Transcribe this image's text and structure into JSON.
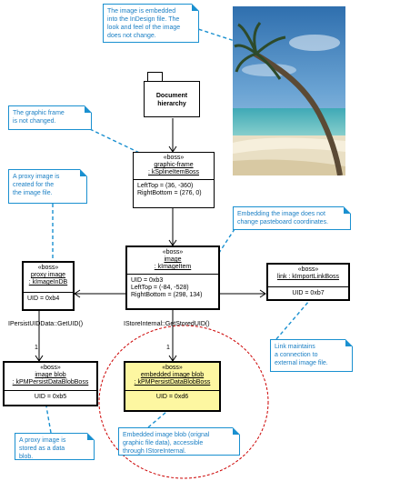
{
  "notes": {
    "embedded": "The image is embedded\ninto the InDesign file. The\nlook and feel of the image\ndoes not change.",
    "frame": "The  graphic frame\nis not changed.",
    "proxy_created": "A proxy image is\ncreated for the\nthe image file.",
    "pasteboard": "Embedding the image does not\nchange pasteboard coordinates.",
    "link": "Link maintains\na connection to\nexternal image file.",
    "proxy_blob": "A proxy image is\nstored as a data\nblob.",
    "embedded_blob": "Embedded image blob (orignal\ngraphic file data), accessible\nthrough IStoreInternal."
  },
  "package": {
    "name": "Document\nhierarchy"
  },
  "boxes": {
    "graphic_frame": {
      "stereo": "«boss»",
      "name": "graphic-frame",
      "name2": ": kSplineItemBoss",
      "attrs": "LeftTop = (36, -360)\nRightBottom = (276, 0)"
    },
    "image": {
      "stereo": "«boss»",
      "name": "image",
      "name2": ": kImageItem",
      "attrs": "UID = 0xb3\nLeftTop = (-84, -528)\nRightBottom = (298, 134)"
    },
    "proxy_image": {
      "stereo": "«boss»",
      "name": "proxy image",
      "name2": ": kImageInDB",
      "attrs": "UID = 0xb4"
    },
    "link": {
      "stereo": "«boss»",
      "name": "link : kImportLinkBoss",
      "attrs": "UID = 0xb7"
    },
    "image_blob": {
      "stereo": "«boss»",
      "name": "image blob",
      "name2": ": kPMPersistDataBlobBoss",
      "attrs": "UID = 0xb5"
    },
    "embedded_blob": {
      "stereo": "«boss»",
      "name": "embedded image blob",
      "name2": ": kPMPersistDataBlobBoss",
      "attrs": "UID = 0xd6"
    }
  },
  "labels": {
    "ipersist": "IPersistUIDData::GetUID()",
    "istore": "IStoreInternal::GetStoredUID()",
    "mult_left": "1",
    "mult_right": "1"
  },
  "colors": {
    "note_border": "#1a90d0",
    "note_text": "#1a7fc4",
    "highlight": "#fdf7a1",
    "circle": "#cc0000"
  }
}
